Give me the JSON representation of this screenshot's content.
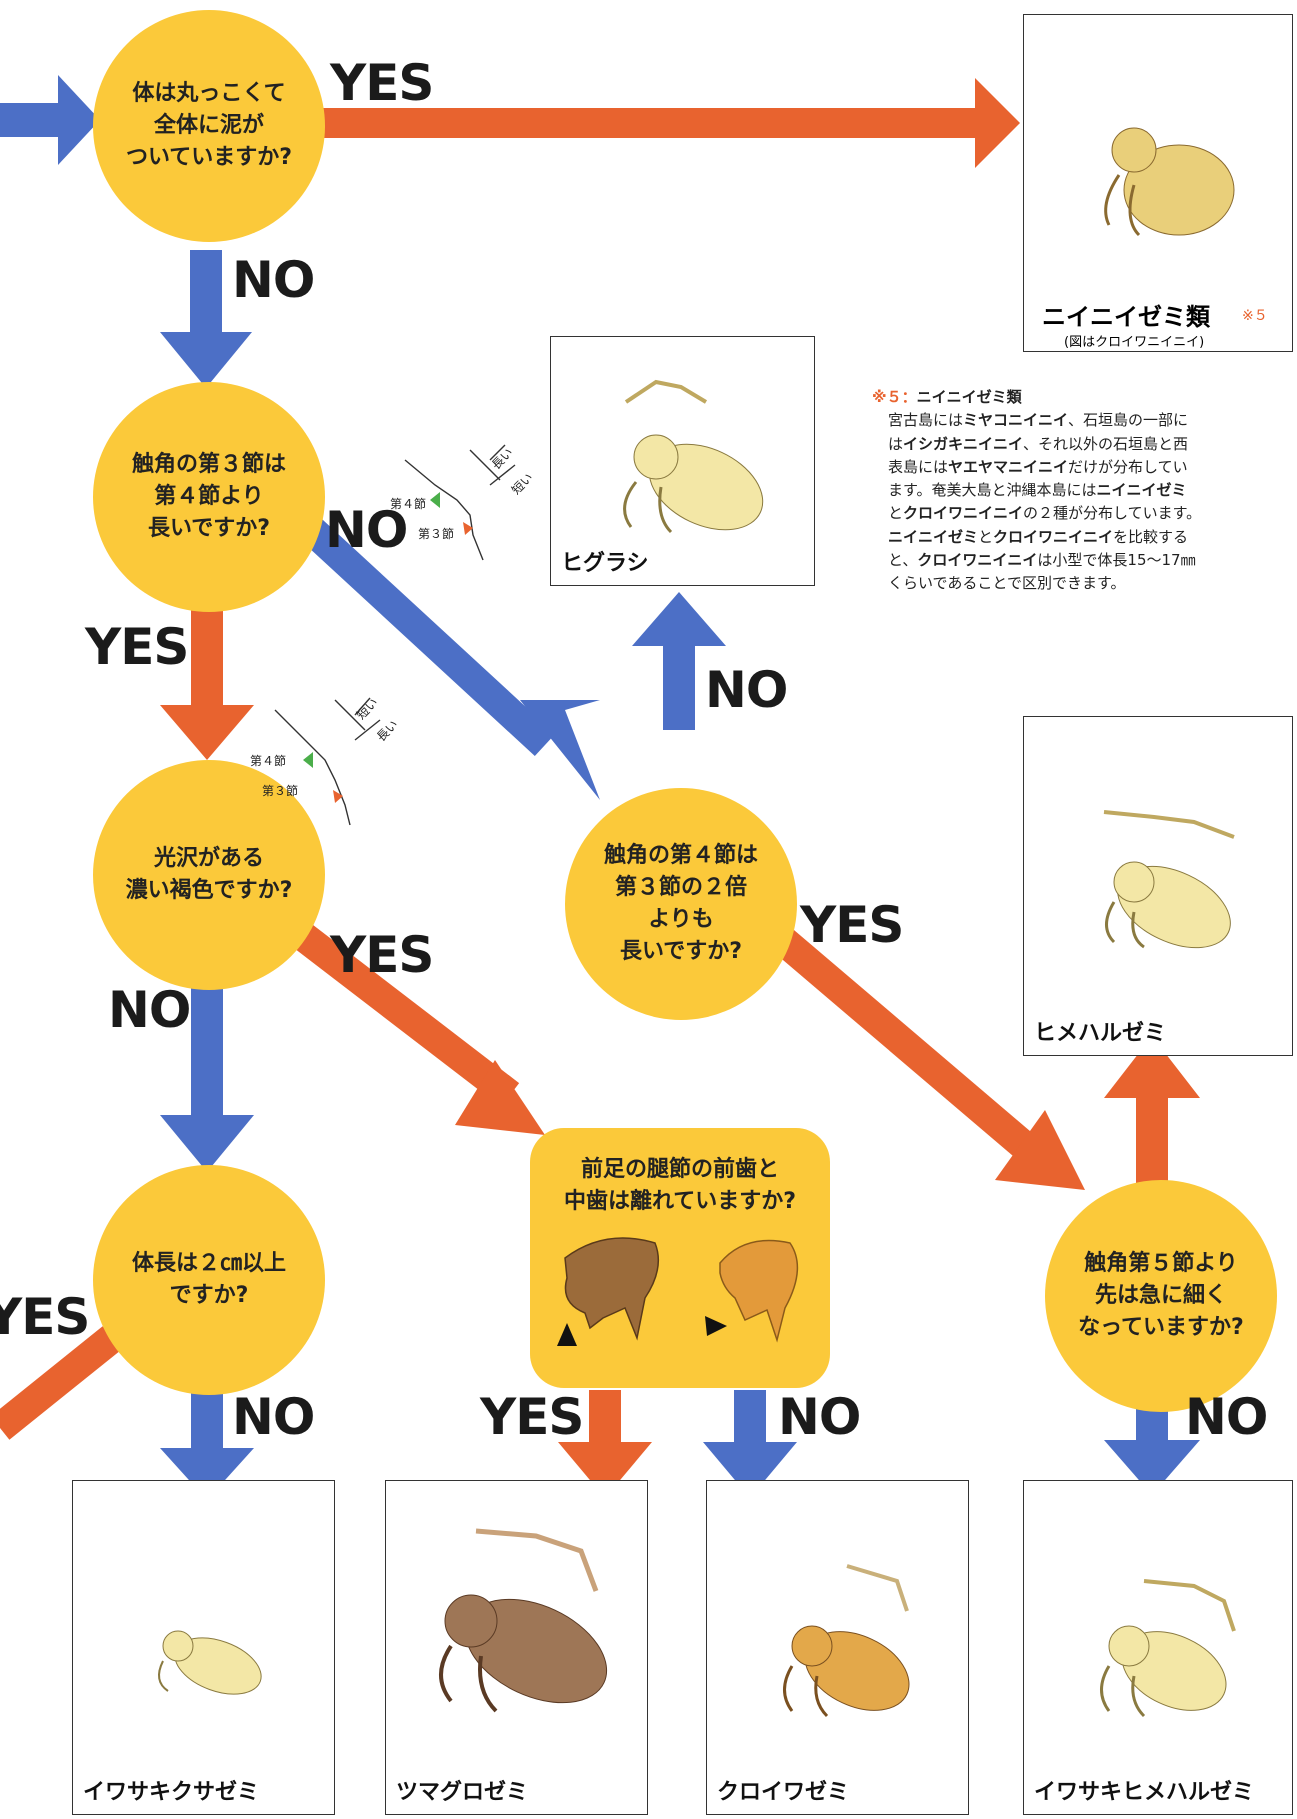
{
  "colors": {
    "yes": "#e8632f",
    "no": "#4c6fc6",
    "question": "#fbc93a"
  },
  "questions": {
    "q1": "体は丸っこくて\n全体に泥が\nついていますか?",
    "q2": "触角の第３節は\n第４節より\n長いですか?",
    "q3": "光沢がある\n濃い褐色ですか?",
    "q4": "体長は２㎝以上\nですか?",
    "q5": "前足の腿節の前歯と\n中歯は離れていますか?",
    "q6": "触角の第４節は\n第３節の２倍\nよりも\n長いですか?",
    "q7": "触角第５節より\n先は急に細く\nなっていますか?"
  },
  "labels": {
    "l1": "YES",
    "l2": "NO",
    "l3": "NO",
    "l4": "YES",
    "l5": "YES",
    "l6": "NO",
    "l7": "YES",
    "l8": "NO",
    "l9": "YES",
    "l10": "NO",
    "l11": "NO",
    "l12": "YES",
    "l13": "NO"
  },
  "species": {
    "niinii": "ニイニイゼミ類",
    "niinii_mark": "※５",
    "niinii_sub": "(図はクロイワニイニイ)",
    "higurashi": "ヒグラシ",
    "himeharu": "ヒメハルゼミ",
    "iwasaki_kusa": "イワサキクサゼミ",
    "tsumaguro": "ツマグロゼミ",
    "kuroiwa": "クロイワゼミ",
    "iwasaki_himeharu": "イワサキヒメハルゼミ"
  },
  "antenna": {
    "a1": {
      "seg4": "第４節",
      "seg3": "第３節",
      "long": "長い",
      "short": "短い"
    },
    "a2": {
      "seg4": "第４節",
      "seg3": "第３節",
      "short": "短い",
      "long": "長い"
    }
  },
  "note": {
    "mark": "※５：",
    "title": "ニイニイゼミ類",
    "t1": "宮古島には",
    "b1": "ミヤコニイニイ",
    "t2": "、石垣島の一部に",
    "t3": "は",
    "b2": "イシガキニイニイ",
    "t4": "、それ以外の石垣島と西",
    "t5": "表島には",
    "b3": "ヤエヤマニイニイ",
    "t6": "だけが分布してい",
    "t7": "ます。奄美大島と沖縄本島には",
    "b4": "ニイニイゼミ",
    "t8": "と",
    "b5": "クロイワニイニイ",
    "t9": "の２種が分布しています。",
    "b6": "ニイニイゼミ",
    "t10": "と",
    "b7": "クロイワニイニイ",
    "t11": "を比較する",
    "t12": "と、",
    "b8": "クロイワニイニイ",
    "t13": "は小型で体長15〜17㎜",
    "t14": "くらいであることで区別できます。"
  }
}
